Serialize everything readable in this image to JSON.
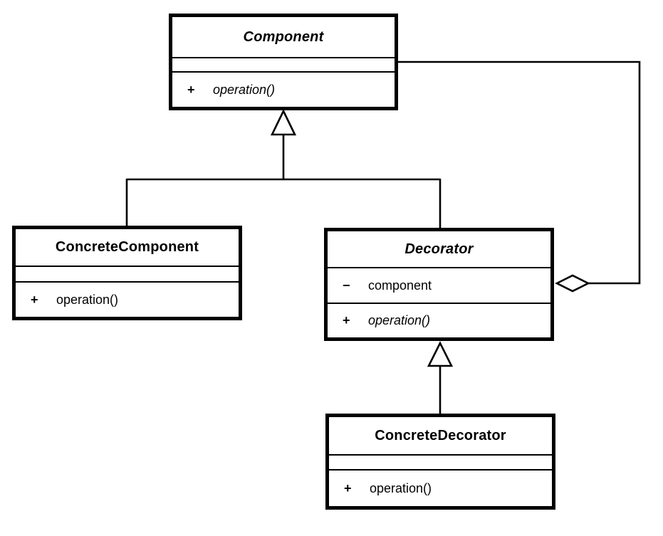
{
  "diagram": {
    "pattern": "Decorator",
    "background_color": "#ffffff",
    "line_color": "#000000"
  },
  "classes": [
    {
      "name": "Component",
      "abstract": true,
      "attributes": [],
      "methods": [
        {
          "visibility": "+",
          "signature": "operation()",
          "abstract": true
        }
      ]
    },
    {
      "name": "ConcreteComponent",
      "abstract": false,
      "attributes": [],
      "methods": [
        {
          "visibility": "+",
          "signature": "operation()",
          "abstract": false
        }
      ]
    },
    {
      "name": "Decorator",
      "abstract": true,
      "attributes": [
        {
          "visibility": "−",
          "signature": "component"
        }
      ],
      "methods": [
        {
          "visibility": "+",
          "signature": "operation()",
          "abstract": true
        }
      ]
    },
    {
      "name": "ConcreteDecorator",
      "abstract": false,
      "attributes": [],
      "methods": [
        {
          "visibility": "+",
          "signature": "operation()",
          "abstract": false
        }
      ]
    }
  ],
  "relationships": [
    {
      "type": "generalization",
      "from": "ConcreteComponent",
      "to": "Component"
    },
    {
      "type": "generalization",
      "from": "Decorator",
      "to": "Component"
    },
    {
      "type": "generalization",
      "from": "ConcreteDecorator",
      "to": "Decorator"
    },
    {
      "type": "aggregation",
      "from": "Decorator",
      "to": "Component"
    }
  ]
}
